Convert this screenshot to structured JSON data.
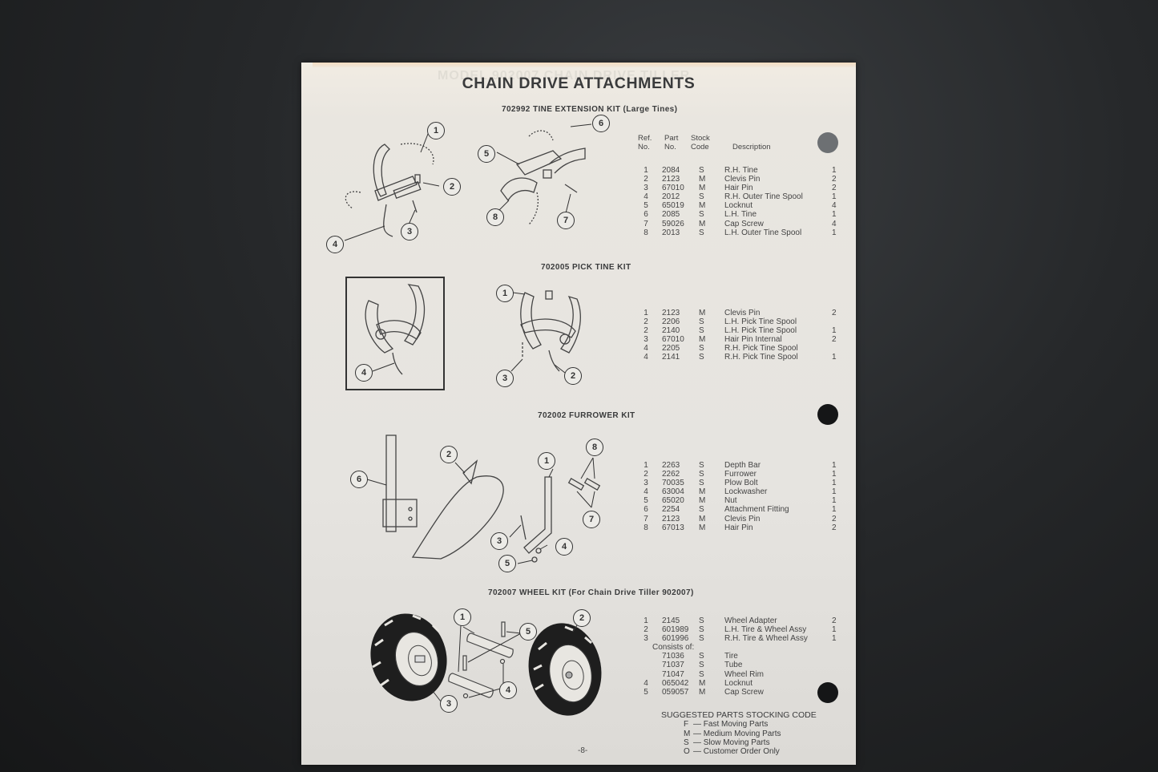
{
  "page": {
    "title": "CHAIN DRIVE ATTACHMENTS",
    "page_number": "-8-"
  },
  "table_headers": {
    "ref": "Ref.\nNo.",
    "ref_line1": "Ref.",
    "ref_line2": "No.",
    "part_line1": "Part",
    "part_line2": "No.",
    "stock_line1": "Stock",
    "stock_line2": "Code",
    "description": "Description"
  },
  "kits": [
    {
      "title": "702992 TINE EXTENSION KIT (Large Tines)",
      "parts": [
        {
          "ref": "1",
          "part": "2084",
          "code": "S",
          "desc": "R.H. Tine",
          "qty": "1"
        },
        {
          "ref": "2",
          "part": "2123",
          "code": "M",
          "desc": "Clevis Pin",
          "qty": "2"
        },
        {
          "ref": "3",
          "part": "67010",
          "code": "M",
          "desc": "Hair Pin",
          "qty": "2"
        },
        {
          "ref": "4",
          "part": "2012",
          "code": "S",
          "desc": "R.H. Outer Tine Spool",
          "qty": "1"
        },
        {
          "ref": "5",
          "part": "65019",
          "code": "M",
          "desc": "Locknut",
          "qty": "4"
        },
        {
          "ref": "6",
          "part": "2085",
          "code": "S",
          "desc": "L.H. Tine",
          "qty": "1"
        },
        {
          "ref": "7",
          "part": "59026",
          "code": "M",
          "desc": "Cap Screw",
          "qty": "4"
        },
        {
          "ref": "8",
          "part": "2013",
          "code": "S",
          "desc": "L.H. Outer Tine Spool",
          "qty": "1"
        }
      ],
      "callouts": [
        "1",
        "2",
        "3",
        "4",
        "5",
        "6",
        "7",
        "8"
      ]
    },
    {
      "title": "702005 PICK TINE KIT",
      "parts": [
        {
          "ref": "1",
          "part": "2123",
          "code": "M",
          "desc": "Clevis Pin",
          "qty": "2"
        },
        {
          "ref": "2",
          "part": "2206",
          "code": "S",
          "desc": "L.H. Pick Tine Spool",
          "qty": ""
        },
        {
          "ref": "2",
          "part": "2140",
          "code": "S",
          "desc": "L.H. Pick Tine Spool",
          "qty": "1"
        },
        {
          "ref": "3",
          "part": "67010",
          "code": "M",
          "desc": "Hair Pin Internal",
          "qty": "2"
        },
        {
          "ref": "4",
          "part": "2205",
          "code": "S",
          "desc": "R.H. Pick Tine Spool",
          "qty": ""
        },
        {
          "ref": "4",
          "part": "2141",
          "code": "S",
          "desc": "R.H. Pick Tine Spool",
          "qty": "1"
        }
      ],
      "callouts": [
        "4",
        "1",
        "3",
        "2"
      ]
    },
    {
      "title": "702002 FURROWER KIT",
      "parts": [
        {
          "ref": "1",
          "part": "2263",
          "code": "S",
          "desc": "Depth Bar",
          "qty": "1"
        },
        {
          "ref": "2",
          "part": "2262",
          "code": "S",
          "desc": "Furrower",
          "qty": "1"
        },
        {
          "ref": "3",
          "part": "70035",
          "code": "S",
          "desc": "Plow Bolt",
          "qty": "1"
        },
        {
          "ref": "4",
          "part": "63004",
          "code": "M",
          "desc": "Lockwasher",
          "qty": "1"
        },
        {
          "ref": "5",
          "part": "65020",
          "code": "M",
          "desc": "Nut",
          "qty": "1"
        },
        {
          "ref": "6",
          "part": "2254",
          "code": "S",
          "desc": "Attachment Fitting",
          "qty": "1"
        },
        {
          "ref": "7",
          "part": "2123",
          "code": "M",
          "desc": "Clevis Pin",
          "qty": "2"
        },
        {
          "ref": "8",
          "part": "67013",
          "code": "M",
          "desc": "Hair Pin",
          "qty": "2"
        }
      ],
      "callouts": [
        "6",
        "2",
        "1",
        "8",
        "7",
        "3",
        "4",
        "5"
      ]
    },
    {
      "title": "702007 WHEEL KIT (For Chain Drive Tiller 902007)",
      "parts": [
        {
          "ref": "1",
          "part": "2145",
          "code": "S",
          "desc": "Wheel Adapter",
          "qty": "2"
        },
        {
          "ref": "2",
          "part": "601989",
          "code": "S",
          "desc": "L.H. Tire & Wheel Assy",
          "qty": "1"
        },
        {
          "ref": "3",
          "part": "601996",
          "code": "S",
          "desc": "R.H. Tire & Wheel Assy",
          "qty": "1"
        }
      ],
      "consists_label": "Consists of:",
      "sub_parts": [
        {
          "ref": "",
          "part": "71036",
          "code": "S",
          "desc": "Tire",
          "qty": ""
        },
        {
          "ref": "",
          "part": "71037",
          "code": "S",
          "desc": "Tube",
          "qty": ""
        },
        {
          "ref": "",
          "part": "71047",
          "code": "S",
          "desc": "Wheel Rim",
          "qty": ""
        },
        {
          "ref": "4",
          "part": "065042",
          "code": "M",
          "desc": "Locknut",
          "qty": ""
        },
        {
          "ref": "5",
          "part": "059057",
          "code": "M",
          "desc": "Cap Screw",
          "qty": ""
        }
      ],
      "callouts": [
        "1",
        "5",
        "2",
        "4",
        "3"
      ]
    }
  ],
  "stocking_code": {
    "title": "SUGGESTED PARTS STOCKING CODE",
    "items": [
      {
        "code": "F",
        "label": "— Fast Moving Parts"
      },
      {
        "code": "M",
        "label": "— Medium Moving Parts"
      },
      {
        "code": "S",
        "label": "— Slow Moving Parts"
      },
      {
        "code": "O",
        "label": "— Customer Order Only"
      }
    ]
  }
}
